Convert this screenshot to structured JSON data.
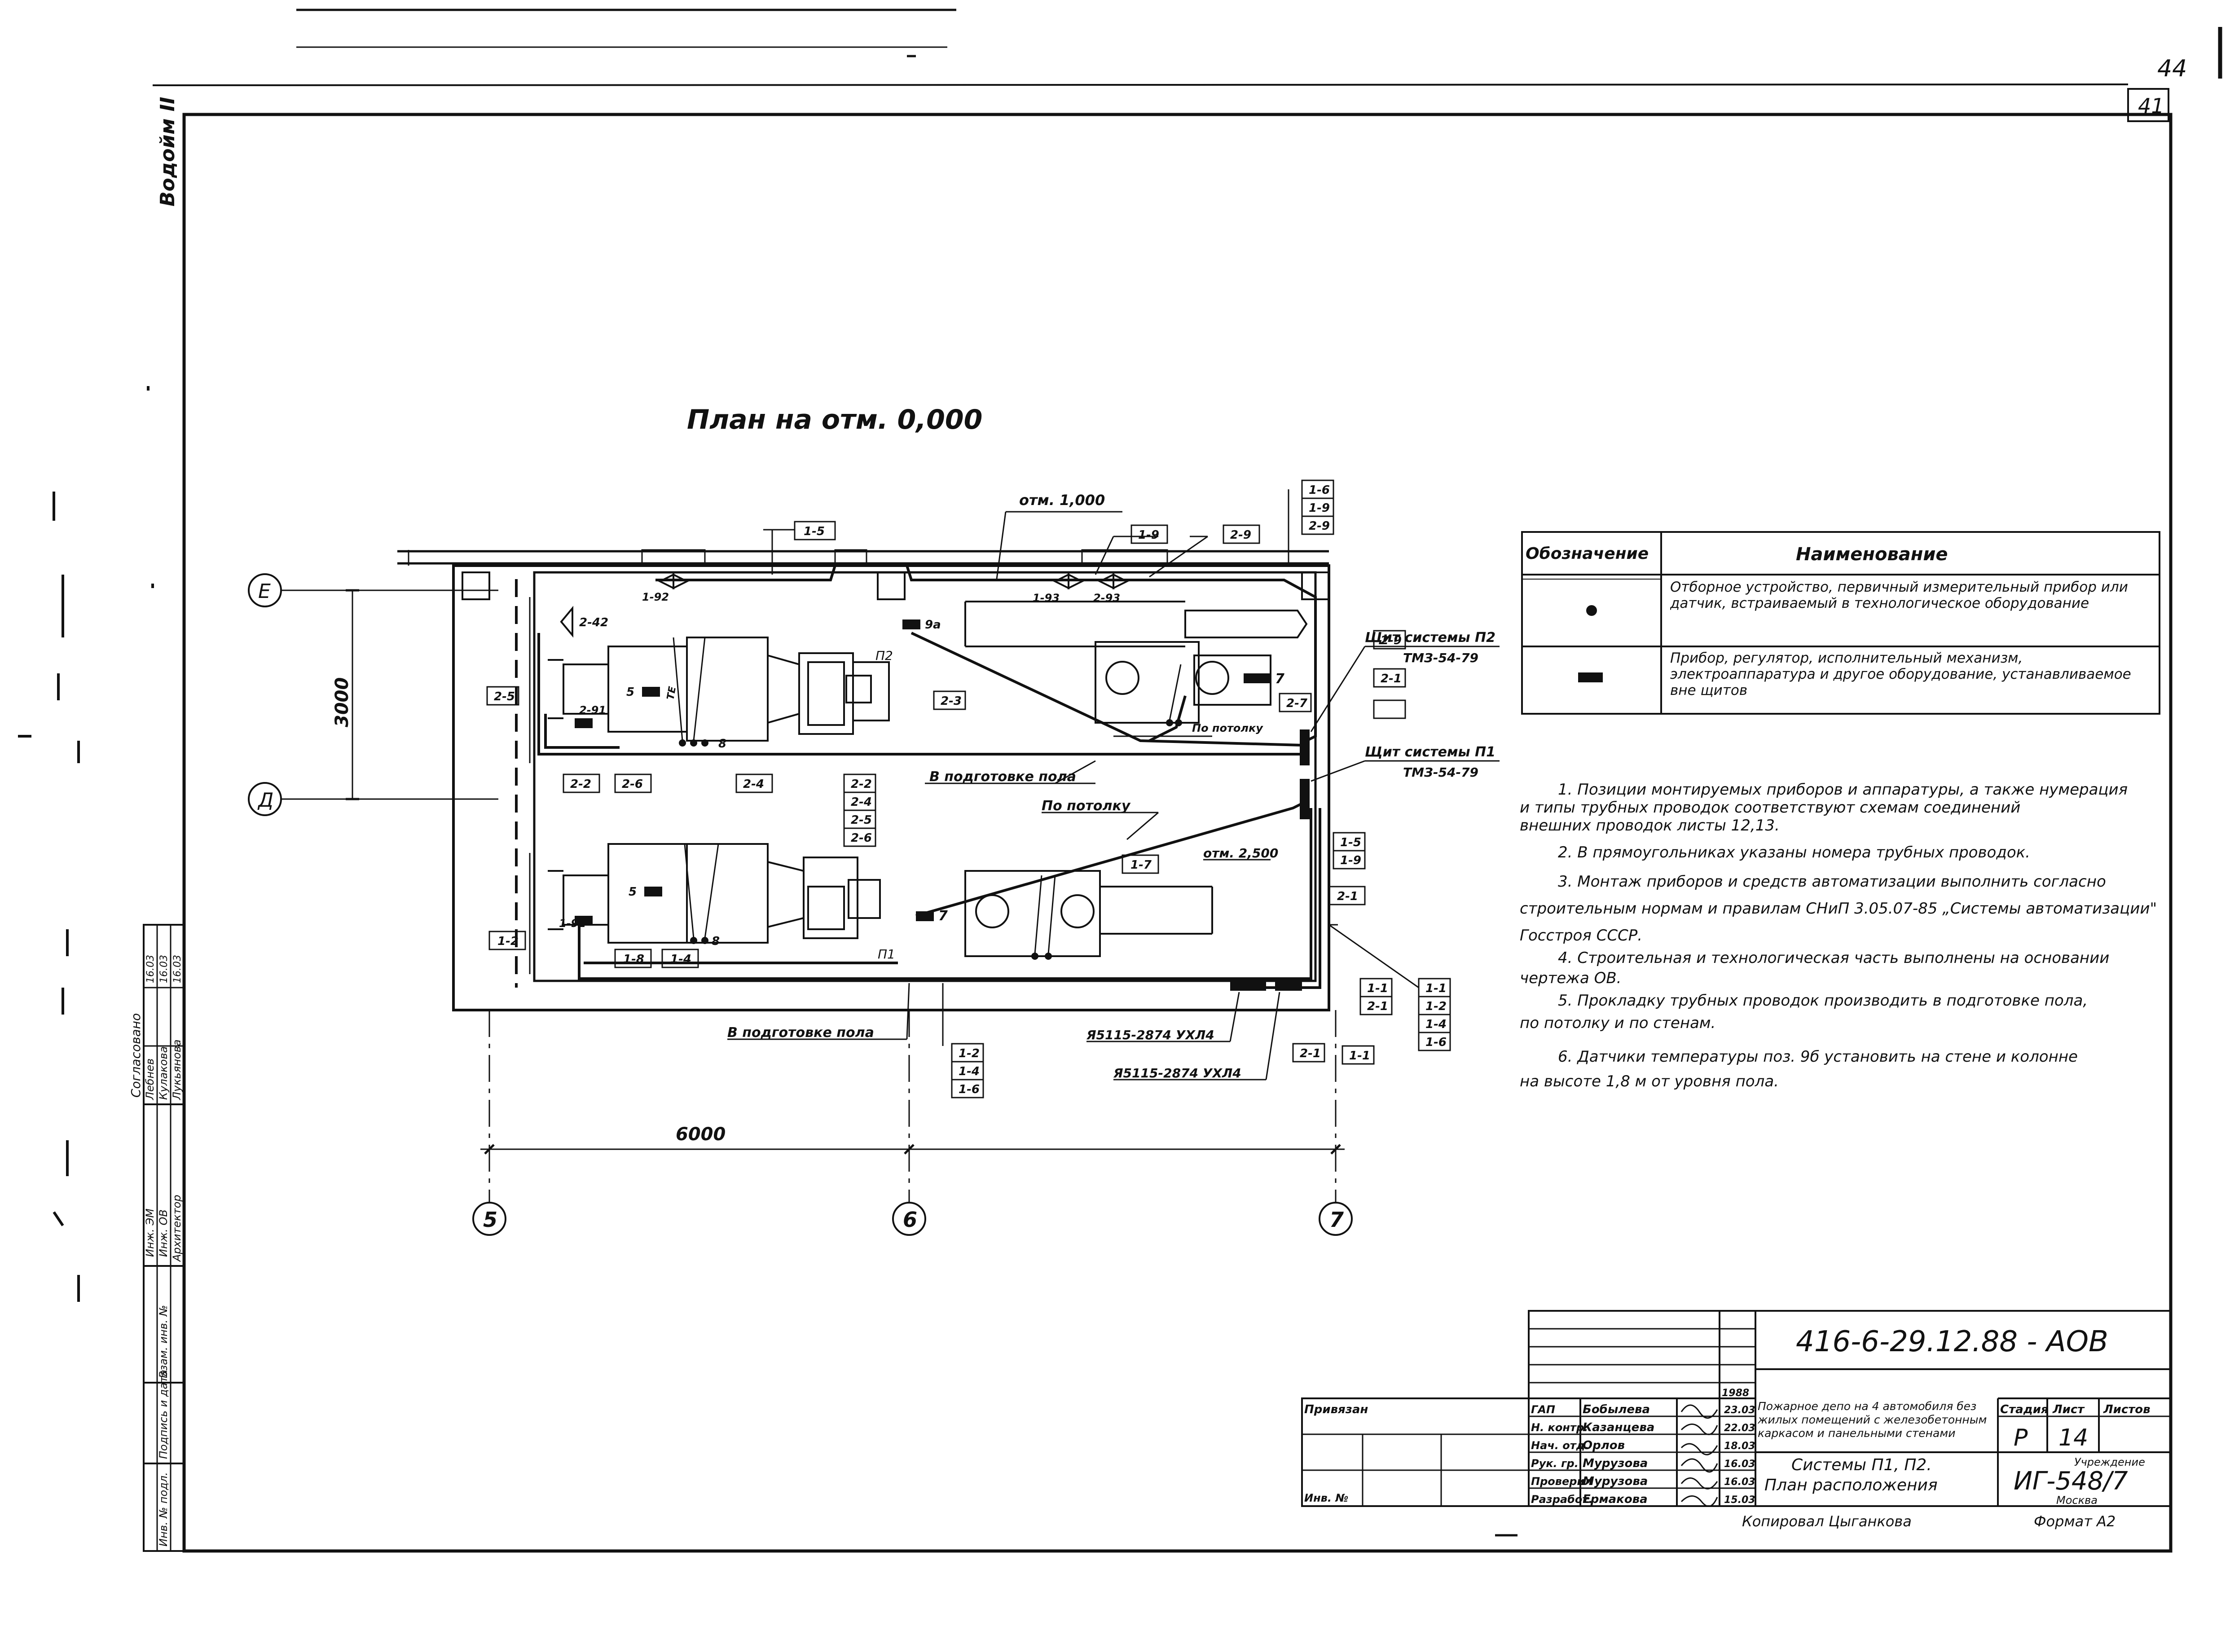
{
  "sheet": {
    "corner_number_outer": "44",
    "corner_number_inner": "41",
    "margin_top_label": "Водойм II"
  },
  "plan": {
    "title": "План на отм. 0,000",
    "axis_labels": {
      "e": "Е",
      "d": "Д",
      "c5": "5",
      "c6": "6",
      "c7": "7"
    },
    "dim_vertical": "3000",
    "dim_horizontal": "6000",
    "elev_1000": "отм. 1,000",
    "elev_2500": "отм. 2,500",
    "panel_p2_label": "Щит системы П2",
    "panel_p2_type": "ТМЗ-54-79",
    "panel_p1_label": "Щит системы П1",
    "panel_p1_type": "ТМЗ-54-79",
    "floor_prep_upper": "В подготовке пола",
    "floor_prep_lower": "В подготовке пола",
    "ceiling_upper": "По потолку",
    "ceiling_lower": "По потолку",
    "box_ref_1": "Я5115-2874 УХЛ4",
    "box_ref_2": "Я5115-2874 УХЛ4",
    "unit_p1": "П1",
    "unit_p2": "П2",
    "tags": {
      "t15": "1-5",
      "t19": "1-9",
      "t29": "2-9",
      "t16": "1-6",
      "t19b": "1-9",
      "t29b": "2-9",
      "t25": "2-5",
      "t23": "2-3",
      "t22": "2-2",
      "t26": "2-6",
      "t24": "2-4",
      "t22s": "2-2",
      "t24s": "2-4",
      "t25s": "2-5",
      "t26s": "2-6",
      "t29c": "2-9",
      "t21": "2-1",
      "t27": "2-7",
      "t15r": "1-5",
      "t19r": "1-9",
      "t21r": "2-1",
      "t17": "1-7",
      "t12": "1-2",
      "t18": "1-8",
      "t14": "1-4",
      "t12b": "1-2",
      "t14b": "1-4",
      "t16b": "1-6",
      "t21b": "2-1",
      "t11b": "1-1",
      "t11r": "1-1",
      "t21rr": "2-1",
      "t11c": "1-1",
      "t12c": "1-2",
      "t14c": "1-4",
      "t16c": "1-6"
    },
    "instr": {
      "i192": "1-92",
      "i193": "1-93",
      "i293": "2-93",
      "i242": "2-42",
      "i9a": "9а",
      "i5a": "5",
      "i5b": "5",
      "i7a": "7",
      "i7b": "7",
      "i8a": "8",
      "i8b": "8",
      "i291": "2-91",
      "i191": "1-91",
      "ite": "ТЕ"
    }
  },
  "legend": {
    "col1_header": "Обозначение",
    "col2_header": "Наименование",
    "row1_text": "Отборное устройство, первичный измерительный прибор или датчик, встраиваемый в технологическое оборудование",
    "row2_text": "Прибор, регулятор, исполнительный механизм, электроаппаратура и другое оборудование, устанавливаемое вне щитов"
  },
  "notes": [
    "1. Позиции монтируемых приборов и аппаратуры, а также нумерация",
    "и типы трубных проводок соответствуют схемам соединений",
    "внешних проводок листы 12,13.",
    "2. В прямоугольниках указаны номера трубных проводок.",
    "3. Монтаж приборов и средств автоматизации выполнить согласно",
    "строительным нормам и правилам СНиП 3.05.07-85 „Системы автоматизации\"",
    "Госстроя СССР.",
    "4. Строительная и технологическая часть выполнены на основании",
    "чертежа ОВ.",
    "5. Прокладку трубных проводок производить в подготовке пола,",
    "по потолку и по стенам.",
    "6. Датчики температуры поз. 9б установить на стене и колонне",
    "на высоте 1,8 м от уровня пола."
  ],
  "left_strip": {
    "agreed": "Согласовано",
    "row_a_role": "Инж. ЭМ",
    "row_a_name": "Лебнев",
    "row_b_role": "Инж. ОВ",
    "row_b_name": "Кулакова",
    "row_c_role": "Архитектор",
    "row_c_name": "Лукьянова",
    "date_1": "16.03",
    "date_2": "16.03",
    "date_3": "16.03",
    "f_inv": "Взам. инв. №",
    "f_sign": "Подпись и дата",
    "f_orig": "Инв. № подл."
  },
  "title_block": {
    "doc_code": "416-6-29.12.88 - АОВ",
    "year": "1988",
    "roles": [
      "ГАП",
      "Н. контр.",
      "Нач. отд.",
      "Рук. гр.",
      "Проверил",
      "Разработ."
    ],
    "names": [
      "Бобылева",
      "Казанцева",
      "Орлов",
      "Мурузова",
      "Мурузова",
      "Ермакова"
    ],
    "dates": [
      "23.03",
      "22.03",
      "18.03",
      "16.03",
      "16.03",
      "15.03"
    ],
    "project_title": "Пожарное депо на 4 автомобиля без жилых помещений с железобетонным каркасом и панельными стенами",
    "sheet_title_line1": "Системы П1, П2.",
    "sheet_title_line2": "План расположения",
    "stage_label": "Стадия",
    "sheet_label": "Лист",
    "sheets_label": "Листов",
    "stage_value": "Р",
    "sheet_value": "14",
    "org_label": "Учреждение",
    "org_code": "ИГ-548/7",
    "city": "Москва",
    "linked": "Привязан",
    "inv_no": "Инв. №",
    "copied_by": "Копировал Цыганкова",
    "format": "Формат А2"
  }
}
